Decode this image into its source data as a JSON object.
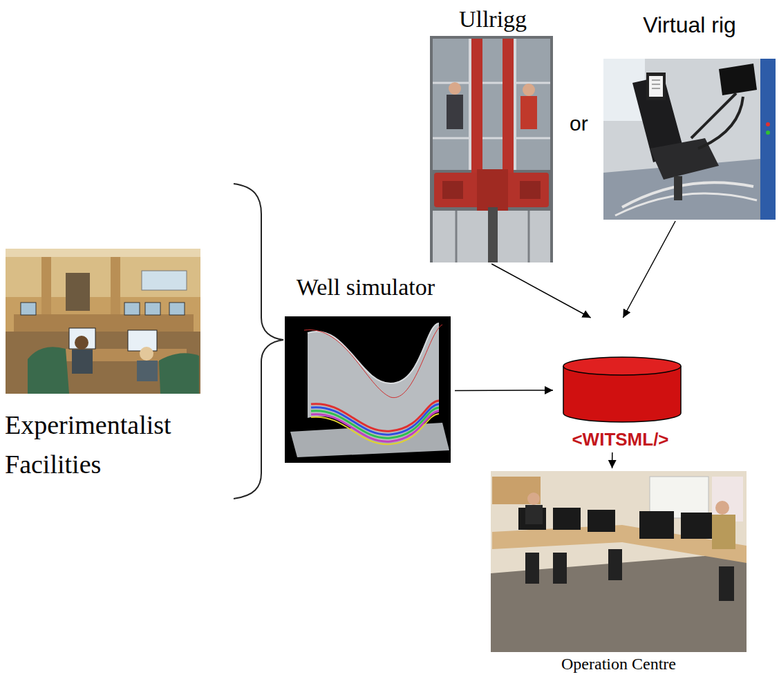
{
  "diagram": {
    "nodes": [
      {
        "text": [
          "Ullrigg"
        ]
      },
      {
        "text": [
          "Virtual rig"
        ]
      },
      {
        "text": [
          "Experimentalist Facilities"
        ]
      },
      {
        "text": [
          "Well simulator"
        ]
      },
      {
        "text": [
          "<WITSML/>"
        ]
      },
      {
        "text": [
          "Operation Centre"
        ]
      }
    ],
    "edges": [
      {
        "from": 0,
        "to": 4,
        "arrow": "to"
      },
      {
        "from": 1,
        "to": 4,
        "arrow": "to"
      },
      {
        "from": 3,
        "to": 4,
        "arrow": "to"
      },
      {
        "from": 4,
        "to": 5,
        "arrow": "to"
      }
    ],
    "labels": [
      "or"
    ]
  }
}
